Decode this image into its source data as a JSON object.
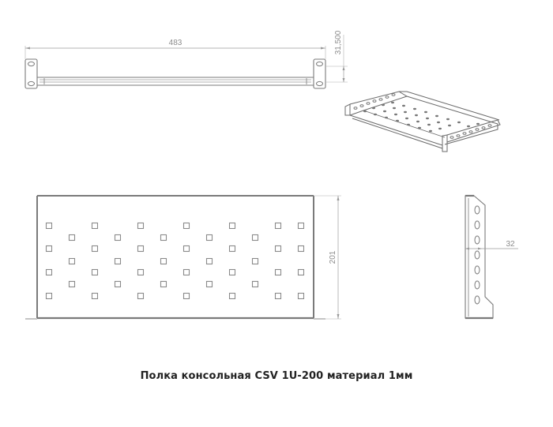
{
  "drawing": {
    "caption": "Полка консольная CSV 1U-200  материал 1мм",
    "colors": {
      "outline": "#7a7a7a",
      "thin_line": "#9a9a9a",
      "dimension": "#8a8a8a",
      "caption": "#222222",
      "background": "#ffffff"
    },
    "top_view": {
      "dimensions": {
        "width": "483",
        "height": "31,500"
      }
    },
    "front_view": {
      "dimensions": {
        "depth": "201"
      },
      "hole_grid": {
        "full_rows_y": [
          286,
          315,
          345,
          375
        ],
        "full_rows_x": [
          62,
          120,
          178,
          236,
          294,
          352,
          381
        ],
        "offset_rows_y": [
          301,
          331,
          360
        ],
        "offset_rows_x": [
          91,
          149,
          207,
          265,
          323
        ]
      }
    },
    "side_view": {
      "dimensions": {
        "thickness": "32"
      },
      "slot_count": 7
    },
    "isometric_view": {
      "label": "3D view of console shelf"
    }
  }
}
